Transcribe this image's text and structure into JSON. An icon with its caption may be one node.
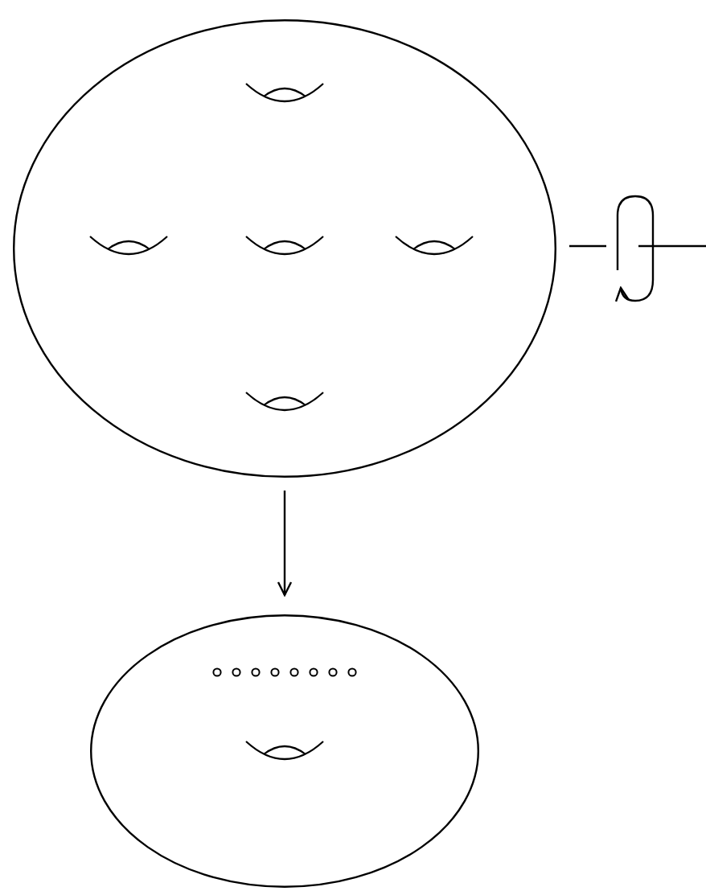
{
  "diagram": {
    "nodes": [
      {
        "text": [],
        "shape": "ellipse"
      },
      {
        "text": [],
        "shape": "ellipse"
      }
    ],
    "edges": [
      {
        "from": 0,
        "to": 1,
        "arrow": "to"
      }
    ]
  }
}
